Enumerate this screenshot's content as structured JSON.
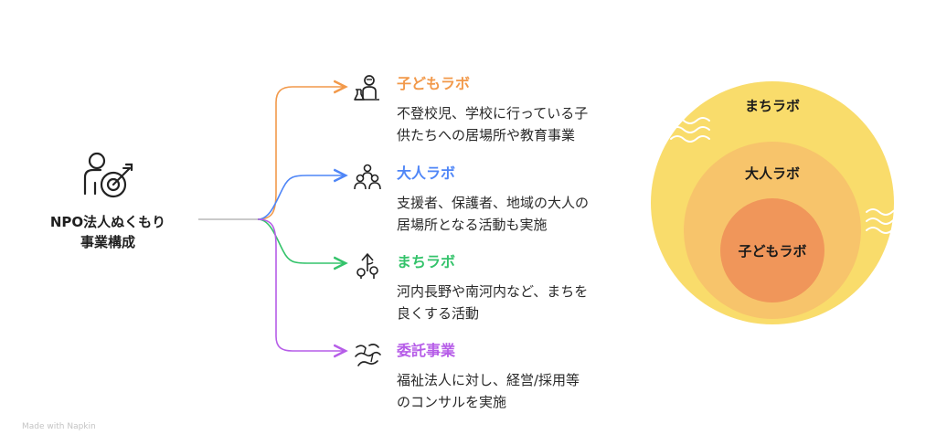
{
  "root": {
    "label_line1": "NPO法人ぬくもり",
    "label_line2": "事業構成",
    "icon": "person-target-icon"
  },
  "branches": [
    {
      "title": "子どもラボ",
      "color": "#f2994a",
      "icon": "child-scientist-icon",
      "desc_line1": "不登校児、学校に行っている子",
      "desc_line2": "供たちへの居場所や教育事業"
    },
    {
      "title": "大人ラボ",
      "color": "#4f86f7",
      "icon": "group-people-icon",
      "desc_line1": "支援者、保護者、地域の大人の",
      "desc_line2": "居場所となる活動も実施"
    },
    {
      "title": "まちラボ",
      "color": "#34c36b",
      "icon": "town-growth-icon",
      "desc_line1": "河内長野や南河内など、まちを",
      "desc_line2": "良くする活動"
    },
    {
      "title": "委託事業",
      "color": "#b65de8",
      "icon": "network-hands-icon",
      "desc_line1": "福祉法人に対し、経営/採用等",
      "desc_line2": "のコンサルを実施"
    }
  ],
  "circles": {
    "outer": {
      "label": "まちラボ",
      "color": "#f9dc6b"
    },
    "middle": {
      "label": "大人ラボ",
      "color": "#f7c46b"
    },
    "inner": {
      "label": "子どもラボ",
      "color": "#f0965a"
    }
  },
  "footer": "Made with Napkin"
}
